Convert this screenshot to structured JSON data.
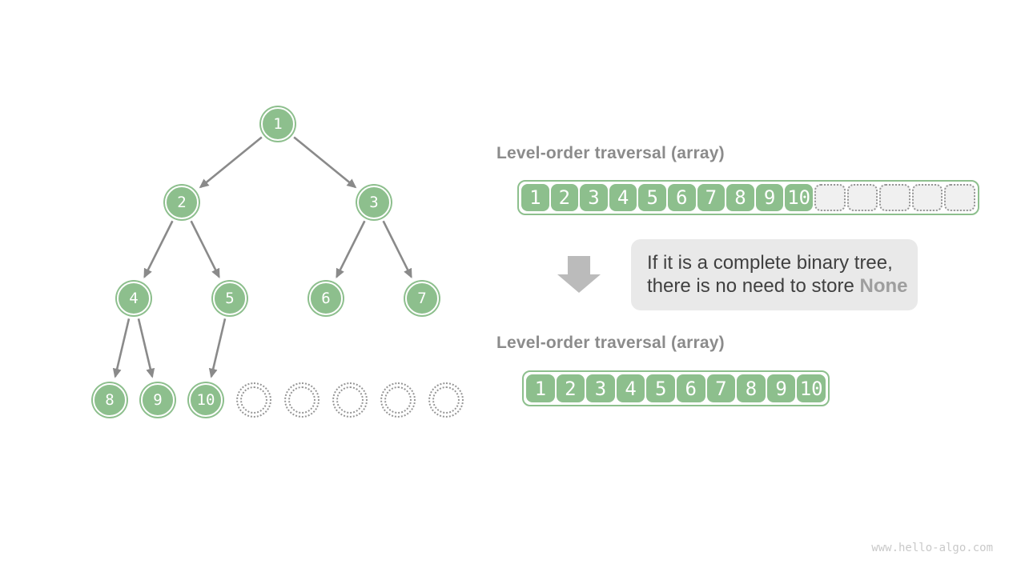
{
  "colors": {
    "green": "#8DBF8D",
    "edge_gray": "#8A8A8A",
    "heading_gray": "#8B8B8B",
    "callout_bg": "#E9E9E9",
    "callout_text": "#404040",
    "none_gray": "#9E9E9E",
    "block_arrow_gray": "#BBBBBB",
    "empty_cell_bg": "#F0F0F0",
    "empty_cell_border": "#969696",
    "watermark_gray": "#C9C9C9"
  },
  "tree": {
    "nodes": [
      "1",
      "2",
      "3",
      "4",
      "5",
      "6",
      "7",
      "8",
      "9",
      "10"
    ],
    "edges": [
      [
        1,
        2
      ],
      [
        1,
        3
      ],
      [
        2,
        4
      ],
      [
        2,
        5
      ],
      [
        3,
        6
      ],
      [
        3,
        7
      ],
      [
        4,
        8
      ],
      [
        4,
        9
      ],
      [
        5,
        10
      ]
    ],
    "empty_placeholders": 5
  },
  "array_top": {
    "heading": "Level-order traversal (array)",
    "values": [
      "1",
      "2",
      "3",
      "4",
      "5",
      "6",
      "7",
      "8",
      "9",
      "10"
    ],
    "empty_cells": 5
  },
  "callout": {
    "arrow_icon": "down-block-arrow",
    "line1": "If it is a complete binary tree,",
    "line2": "there is no need to store",
    "highlight": "None"
  },
  "array_bottom": {
    "heading": "Level-order traversal (array)",
    "values": [
      "1",
      "2",
      "3",
      "4",
      "5",
      "6",
      "7",
      "8",
      "9",
      "10"
    ]
  },
  "watermark": "www.hello-algo.com"
}
